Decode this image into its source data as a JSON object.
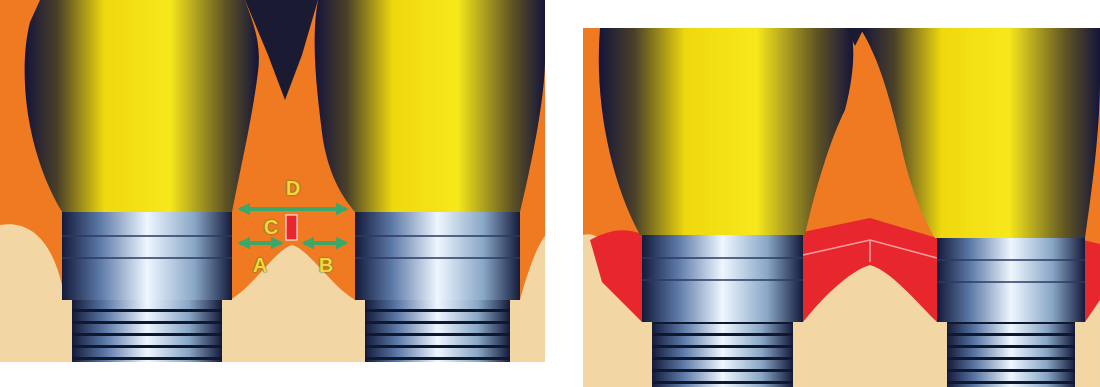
{
  "diagram": {
    "labels": [
      "D",
      "C",
      "A",
      "B"
    ]
  }
}
